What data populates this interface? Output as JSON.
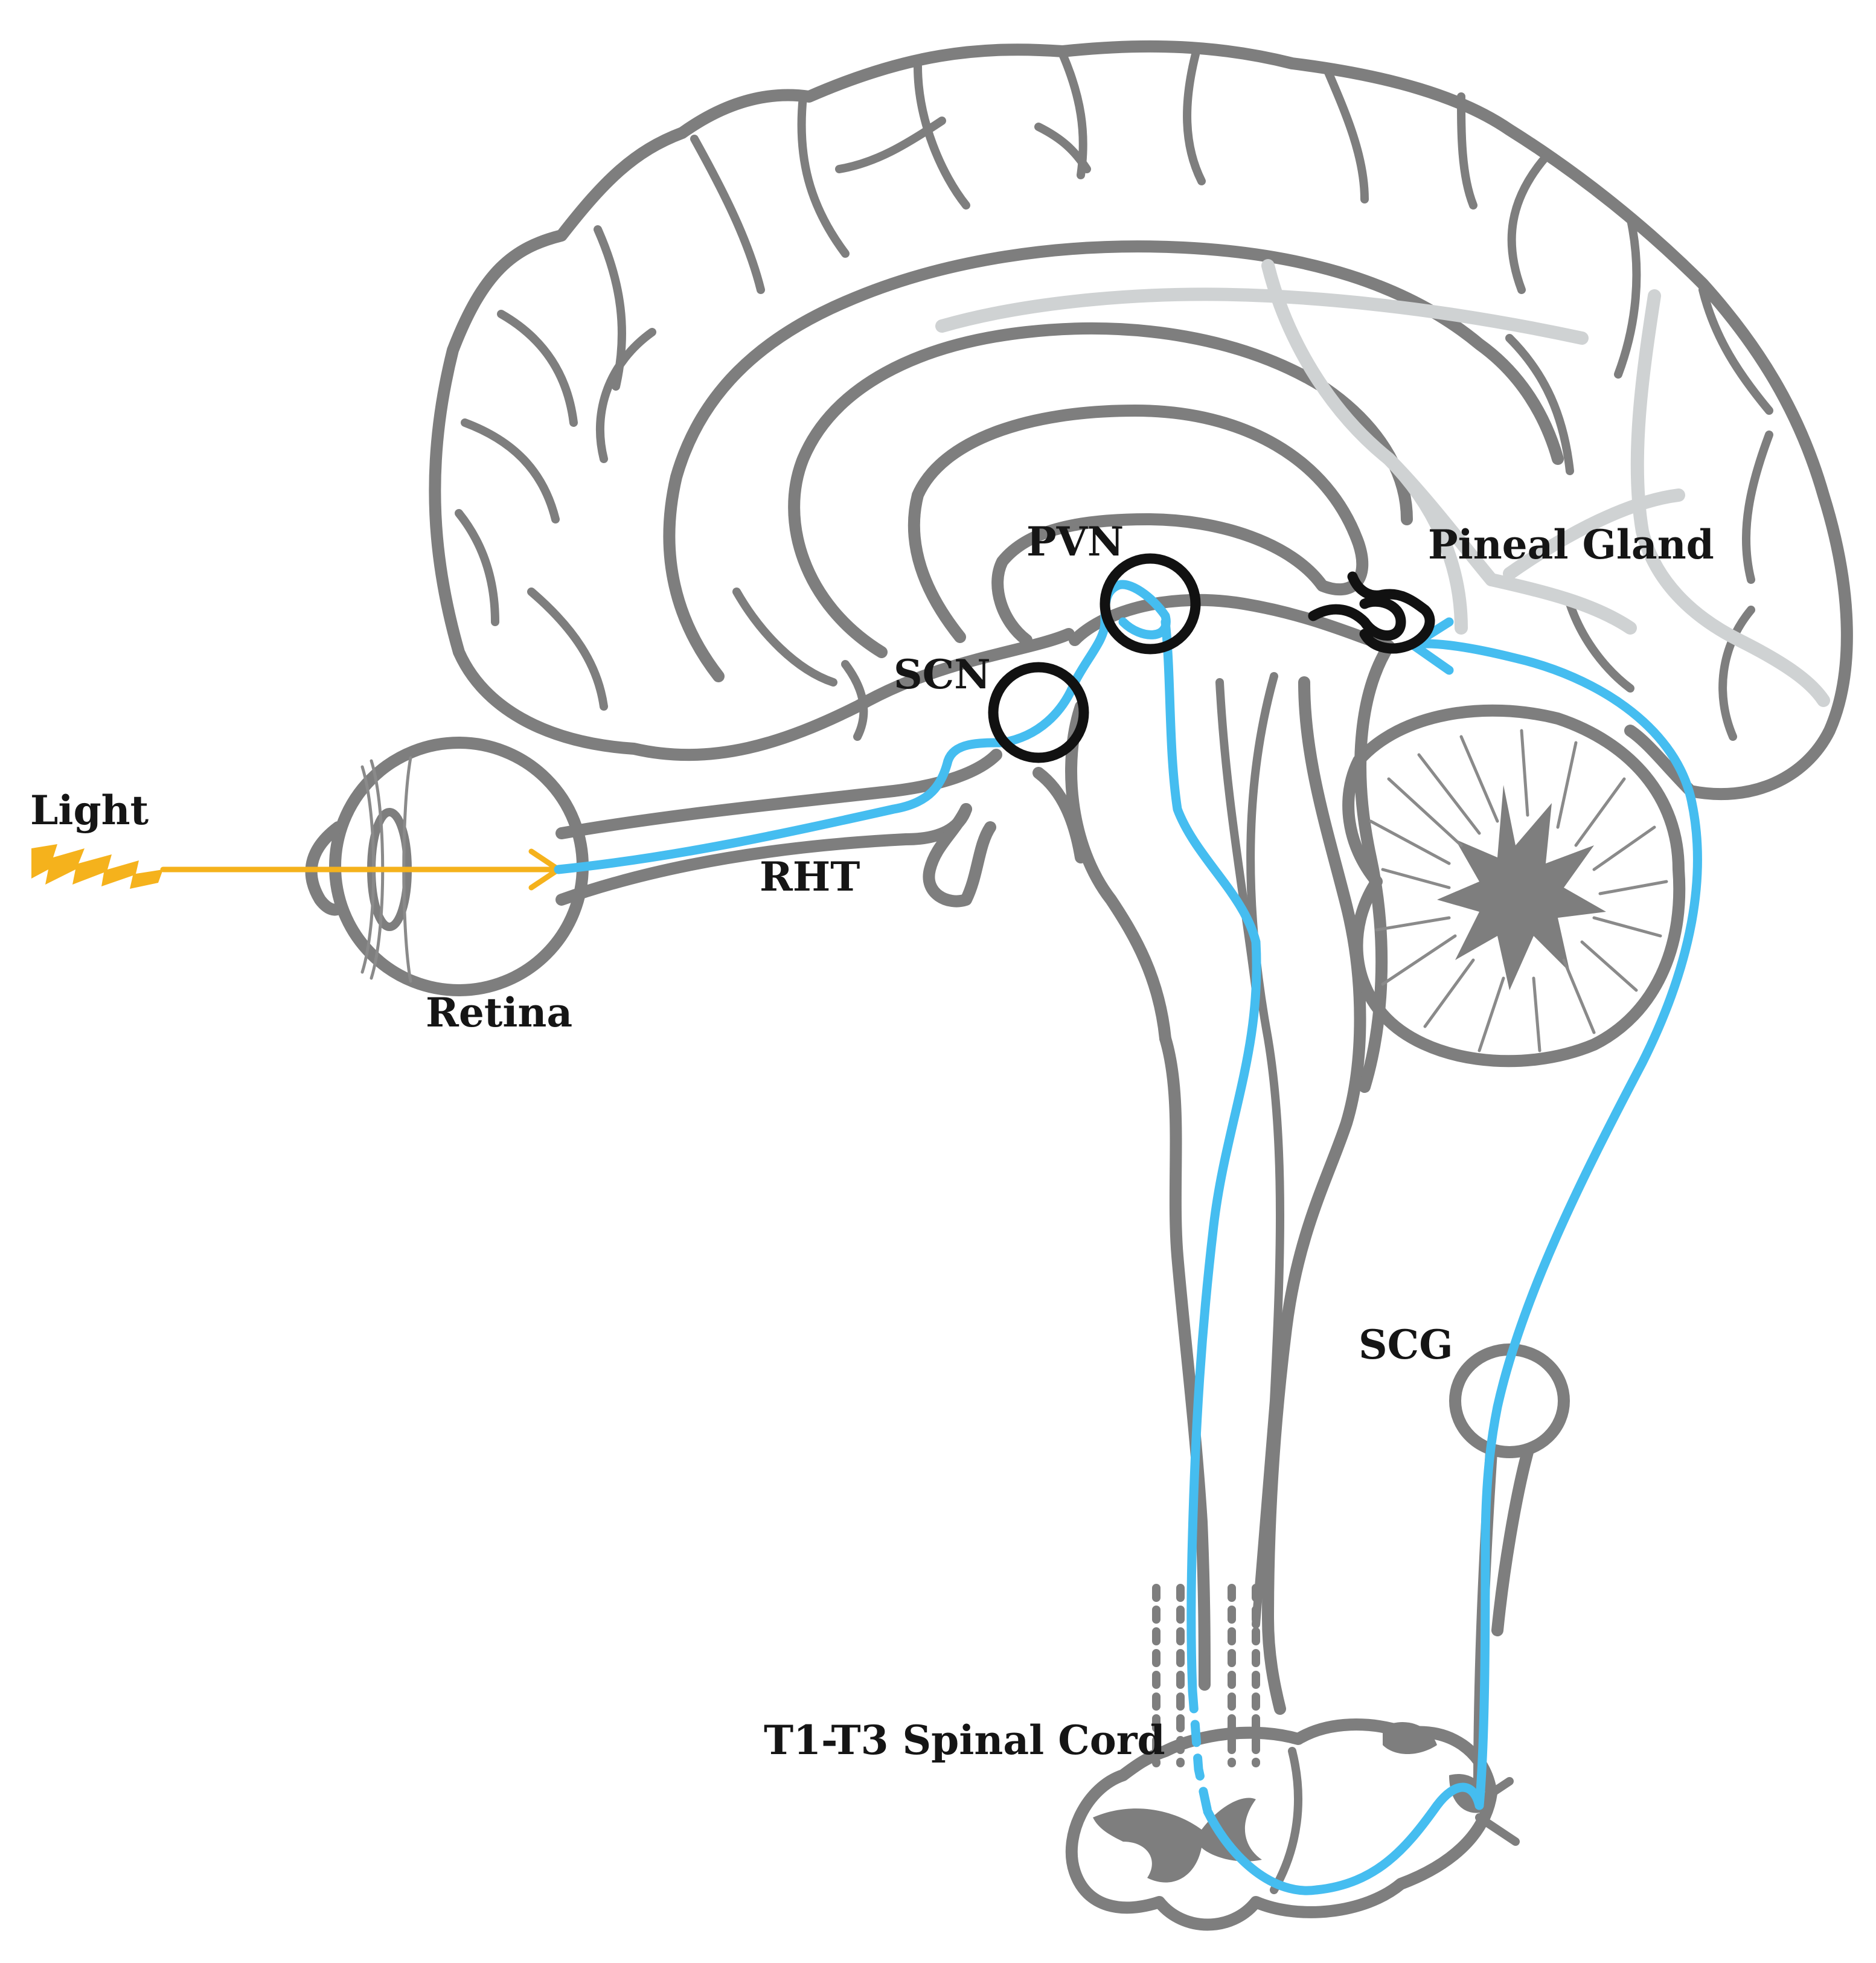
{
  "labels": {
    "light": "Light",
    "retina": "Retina",
    "rht": "RHT",
    "scn": "SCN",
    "pvn": "PVN",
    "pineal": "Pineal Gland",
    "scg": "SCG",
    "spinal": "T1-T3 Spinal Cord"
  },
  "colors": {
    "outline": "#7e7e7e",
    "pathway": "#45bdf0",
    "light": "#f5b21c",
    "nucleus": "#111111",
    "faint": "#cfd2d3"
  },
  "icons": {
    "light_source": "light-bolt-icon",
    "eye": "eye-icon"
  }
}
